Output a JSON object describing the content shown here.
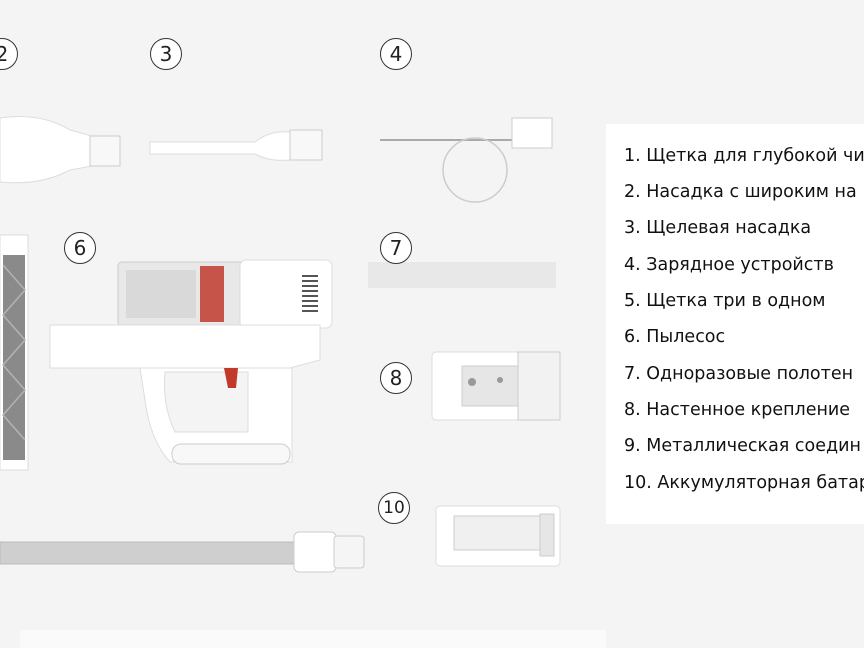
{
  "badges": [
    "2",
    "3",
    "4",
    "6",
    "7",
    "8",
    "10"
  ],
  "legend": [
    "1. Щетка для глубокой чи",
    "2. Насадка с широким на",
    "3. Щелевая насадка",
    "4. Зарядное устройств",
    "5. Щетка три в одном",
    "6. Пылесос",
    "7. Одноразовые полотен",
    "8. Настенное крепление",
    "9. Металлическая соедин",
    "10. Аккумуляторная батар"
  ],
  "colors": {
    "background": "#f4f4f4",
    "accent_red": "#c0392b",
    "part_white": "#ffffff",
    "part_grey": "#d8d8d8"
  }
}
